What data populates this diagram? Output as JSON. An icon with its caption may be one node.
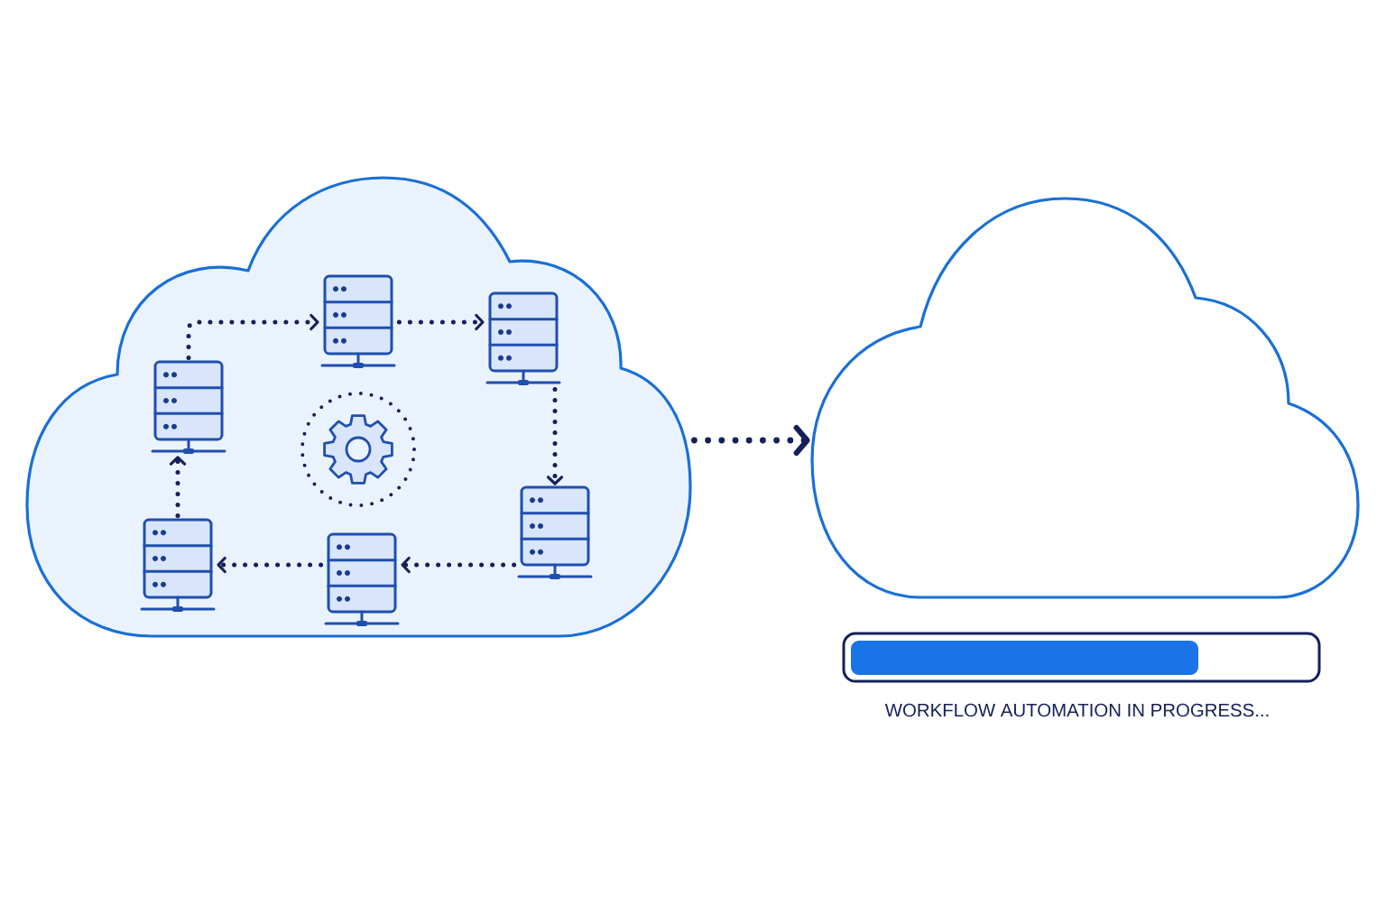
{
  "diagram": {
    "nodes": [
      {
        "text": [],
        "shape": "cloud"
      },
      {
        "text": [],
        "shape": "server",
        "in": 0
      },
      {
        "text": [],
        "shape": "server",
        "in": 0
      },
      {
        "text": [],
        "shape": "server",
        "in": 0
      },
      {
        "text": [],
        "shape": "server",
        "in": 0
      },
      {
        "text": [],
        "shape": "server",
        "in": 0
      },
      {
        "text": [],
        "shape": "server",
        "in": 0
      },
      {
        "text": [],
        "shape": "cloud"
      }
    ],
    "edges": [
      {
        "from": 3,
        "to": 1,
        "arrow": "to"
      },
      {
        "from": 1,
        "to": 2,
        "arrow": "to"
      },
      {
        "from": 2,
        "to": 4,
        "arrow": "to"
      },
      {
        "from": 4,
        "to": 6,
        "arrow": "to"
      },
      {
        "from": 6,
        "to": 5,
        "arrow": "to"
      },
      {
        "from": 5,
        "to": 3,
        "arrow": "to"
      },
      {
        "from": 0,
        "to": 7,
        "arrow": "to"
      }
    ],
    "labels": [
      "WORKFLOW AUTOMATION IN PROGRESS..."
    ]
  }
}
